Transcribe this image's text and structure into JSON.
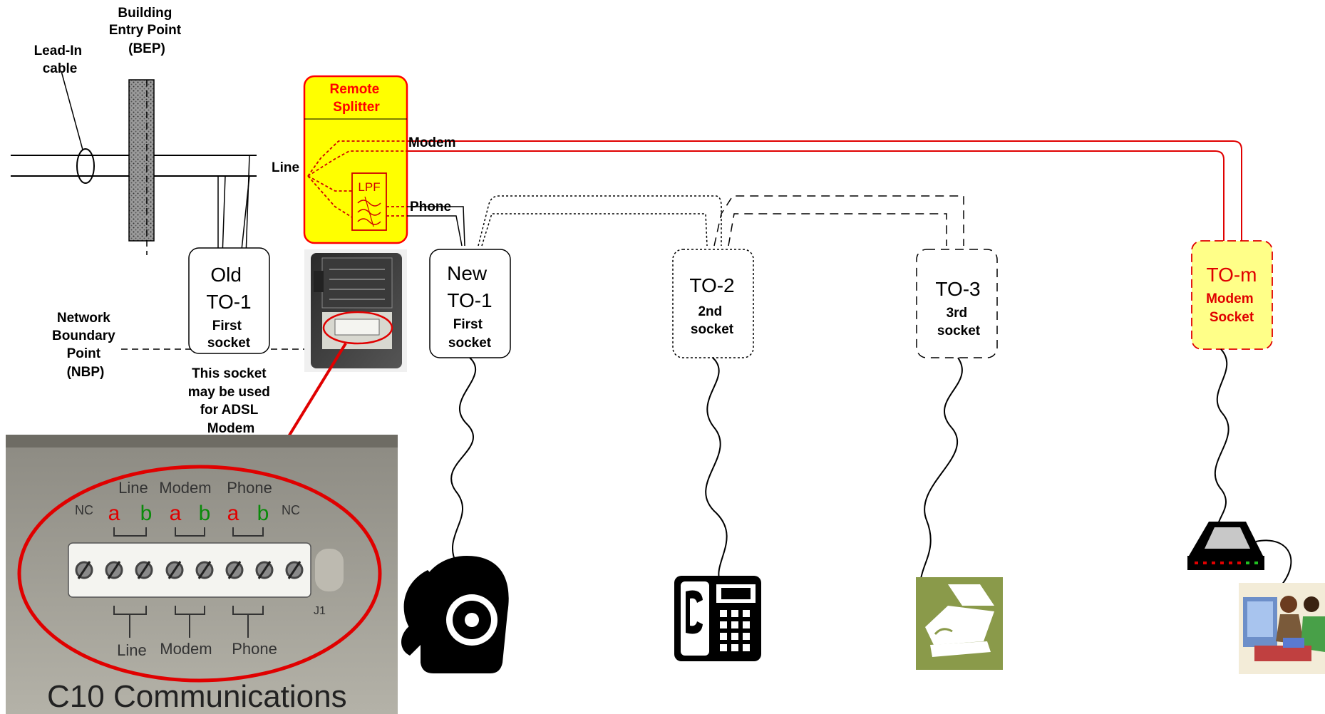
{
  "labels": {
    "lead_in": [
      "Lead-In",
      "cable"
    ],
    "bep": [
      "Building",
      "Entry Point",
      "(BEP)"
    ],
    "nbp": [
      "Network",
      "Boundary",
      "Point",
      "(NBP)"
    ],
    "splitter_title": [
      "Remote",
      "Splitter"
    ],
    "lpf": "LPF",
    "line": "Line",
    "modem": "Modem",
    "phone": "Phone",
    "note": [
      "This socket",
      "may be used",
      "for ADSL",
      "Modem"
    ]
  },
  "sockets": {
    "old_to1": [
      "Old",
      "TO-1",
      "First",
      "socket"
    ],
    "new_to1": [
      "New",
      "TO-1",
      "First",
      "socket"
    ],
    "to2": [
      "TO-2",
      "2nd",
      "socket"
    ],
    "to3": [
      "TO-3",
      "3rd",
      "socket"
    ],
    "tom": [
      "TO-m",
      "Modem",
      "Socket"
    ]
  },
  "photo": {
    "top_labels": [
      "Line",
      "Modem",
      "Phone"
    ],
    "pins": [
      "NC",
      "a",
      "b",
      "a",
      "b",
      "a",
      "b",
      "NC"
    ],
    "bottom_labels": [
      "Line",
      "Modem",
      "Phone"
    ],
    "j1": "J1",
    "brand": "C10 Communications"
  },
  "colors": {
    "splitter_fill": "#ffff00",
    "splitter_border": "#ff0000",
    "modem_wire": "#e00000",
    "tom_fill": "#ffff88",
    "pin_a": "#e00000",
    "pin_b": "#0a8a0a"
  }
}
